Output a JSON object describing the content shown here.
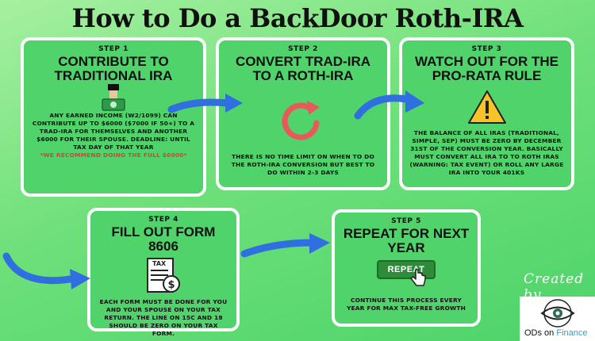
{
  "title": "How to Do a BackDoor Roth-IRA",
  "steps": [
    {
      "step": "STEP 1",
      "heading": "CONTRIBUTE TO TRADITIONAL IRA",
      "body": "ANY EARNED INCOME (W2/1099) CAN CONTRIBUTE UP TO $6000 ($7000 IF 50+) TO A TRAD-IRA FOR THEMSELVES AND ANOTHER $6000 FOR THEIR SPOUSE. DEADLINE: UNTIL TAX DAY OF THAT YEAR",
      "note": "*WE RECOMMEND DOING THE FULL $6000*",
      "icon": "money-deposit-icon"
    },
    {
      "step": "STEP 2",
      "heading": "CONVERT TRAD-IRA TO A ROTH-IRA",
      "body": "THERE IS NO TIME LIMIT ON WHEN TO DO THE ROTH-IRA CONVERSION BUT BEST TO DO WITHIN 2-3 DAYS",
      "icon": "refresh-icon"
    },
    {
      "step": "STEP 3",
      "heading": "WATCH OUT FOR THE PRO-RATA RULE",
      "body": "THE BALANCE OF ALL IRAS (TRADITIONAL, SIMPLE, SEP) MUST BE ZERO BY DECEMBER 31ST OF THE CONVERSION YEAR. BASICALLY MUST CONVERT ALL IRA TO TO ROTH IRAS (WARNING: TAX EVENT) OR ROLL ANY LARGE IRA INTO YOUR 401KS",
      "icon": "warning-icon"
    },
    {
      "step": "STEP 4",
      "heading": "FILL OUT FORM 8606",
      "body": "EACH FORM MUST BE DONE FOR YOU AND YOUR SPOUSE ON YOUR TAX RETURN. THE LINE ON 15C AND 18 SHOULD BE ZERO ON YOUR TAX FORM.",
      "icon_label": "TAX",
      "icon": "tax-form-icon"
    },
    {
      "step": "STEP 5",
      "heading": "REPEAT FOR NEXT YEAR",
      "body": "CONTINUE THIS PROCESS EVERY YEAR FOR MAX TAX-FREE GROWTH",
      "button_label": "REPEAT",
      "icon": "repeat-button-icon"
    }
  ],
  "credit": {
    "created_by": "Created by",
    "brand_prefix": "ODs on ",
    "brand_accent": "Finance"
  },
  "colors": {
    "card_bg": "#4fd36a",
    "card_border": "#ffffff",
    "arrow": "#2f6fe0",
    "note_red": "#e33b3b"
  }
}
